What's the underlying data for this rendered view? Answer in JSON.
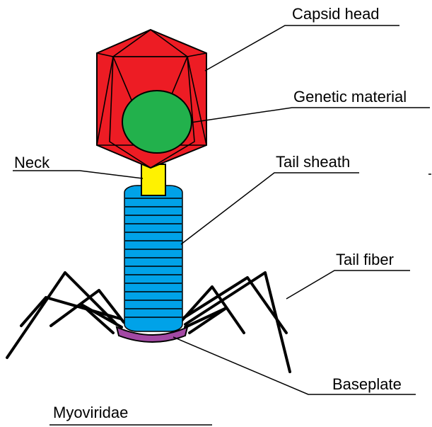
{
  "labels": {
    "capsid_head": "Capsid head",
    "genetic_material": "Genetic material",
    "neck": "Neck",
    "tail_sheath": "Tail sheath",
    "tail_fiber": "Tail fiber",
    "baseplate": "Baseplate",
    "caption": "Myoviridae"
  },
  "colors": {
    "capsid": "#ed1c24",
    "genetic_material": "#22b14c",
    "neck": "#fff200",
    "tail_sheath": "#00a2e8",
    "baseplate": "#a349a4",
    "outline": "#000000"
  }
}
